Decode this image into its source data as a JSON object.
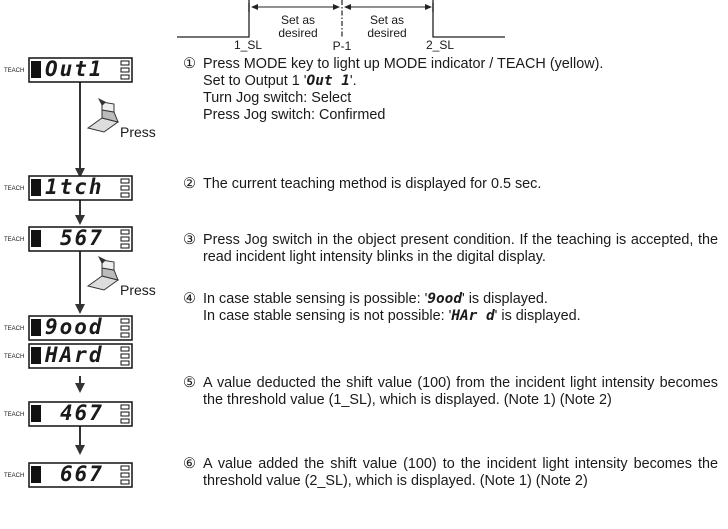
{
  "diagram": {
    "set_left": "Set as\ndesired",
    "set_right": "Set as\ndesired",
    "label_1sl": "1_SL",
    "label_p1": "P-1",
    "label_2sl": "2_SL"
  },
  "indicator_label": "TEACH",
  "press_label": "Press",
  "displays": [
    "Out1",
    "1tch",
    "567",
    "9ood",
    "HArd",
    "467",
    "667"
  ],
  "steps": [
    {
      "num": "①",
      "lines": [
        "Press MODE key to light up MODE indicator / TEACH (yellow).",
        "Set to Output 1 '",
        "Out 1",
        "'.",
        "Turn Jog switch: Select",
        "Press Jog switch: Confirmed"
      ]
    },
    {
      "num": "②",
      "lines": [
        "The current teaching method is displayed for 0.5 sec."
      ]
    },
    {
      "num": "③",
      "lines": [
        "Press Jog switch in the object present condition. If the teaching is accepted, the read incident light intensity blinks in the digital display."
      ]
    },
    {
      "num": "④",
      "lines": [
        "In case stable sensing is possible: '",
        "9ood",
        "' is displayed.",
        "In case stable sensing is not possible: '",
        "HAr d",
        "' is displayed."
      ]
    },
    {
      "num": "⑤",
      "lines": [
        "A value deducted the shift value (100) from the incident light intensity becomes the threshold value (1_SL), which is displayed. (Note 1) (Note 2)"
      ]
    },
    {
      "num": "⑥",
      "lines": [
        "A value added the shift value (100) to the incident light intensity becomes the threshold value (2_SL), which is displayed. (Note 1) (Note 2)"
      ]
    }
  ],
  "colors": {
    "display_bg": "#111111",
    "display_fg": "#ffffff",
    "arrow": "#333333"
  }
}
